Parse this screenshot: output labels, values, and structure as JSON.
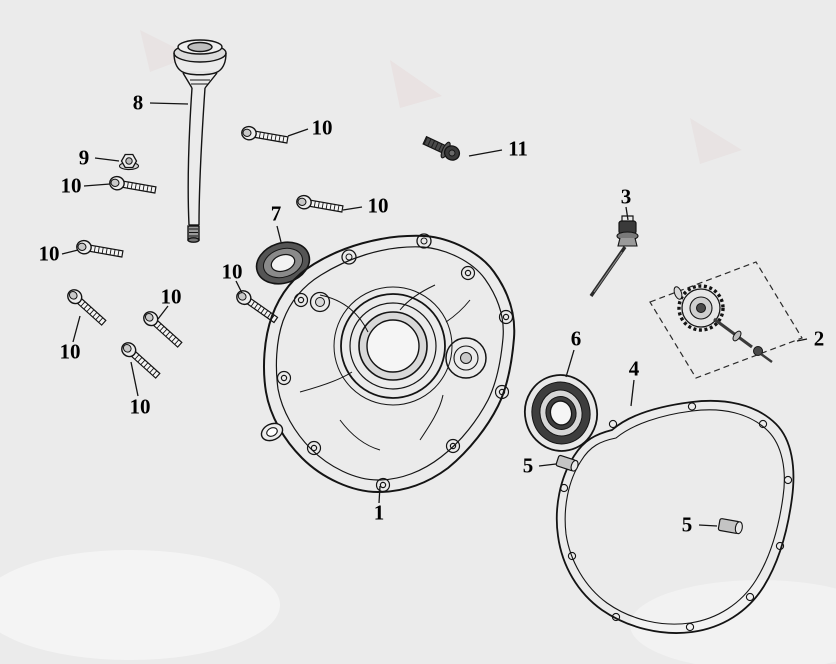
{
  "colors": {
    "background": "#ebebeb",
    "line": "#1a1a1a",
    "label_text": "#000000",
    "dark_part": "#3a3a3a",
    "mid_gray": "#c9c9c9"
  },
  "diagram": {
    "labels": [
      {
        "text": "8"
      },
      {
        "text": "10"
      },
      {
        "text": "9"
      },
      {
        "text": "10"
      },
      {
        "text": "11"
      },
      {
        "text": "10"
      },
      {
        "text": "7"
      },
      {
        "text": "3"
      },
      {
        "text": "10"
      },
      {
        "text": "10"
      },
      {
        "text": "10"
      },
      {
        "text": "10"
      },
      {
        "text": "10"
      },
      {
        "text": "2"
      },
      {
        "text": "6"
      },
      {
        "text": "4"
      },
      {
        "text": "5"
      },
      {
        "text": "1"
      },
      {
        "text": "5"
      }
    ]
  }
}
